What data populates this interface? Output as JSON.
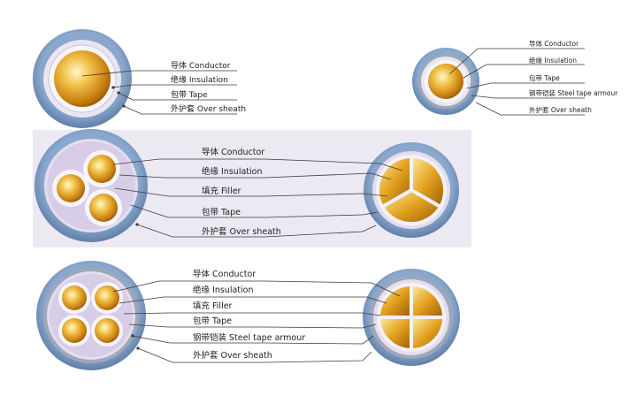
{
  "labels": {
    "conductor": "导体 Conductor",
    "insulation": "绝缘 Insulation",
    "filler": "填充  Filler",
    "tape": "包带 Tape",
    "steel_tape_armour": "钢带铠装   Steel tape armour",
    "over_sheath": "外护套 Over sheath"
  },
  "colors": {
    "sheath": "#7f9fc6",
    "sheath_dark": "#4f6f9b",
    "tape_ring": "#e9e4ef",
    "armour_ring": "#9aa6b8",
    "filler": "#d9cfe6",
    "conductor_light": "#fff2b0",
    "conductor_mid": "#e3a21c",
    "conductor_dark": "#9a5b08",
    "panel": "#ece9f2"
  },
  "diagrams": [
    {
      "id": "single-core",
      "cores": 1,
      "armoured": false,
      "label_keys": [
        "conductor",
        "insulation",
        "tape",
        "over_sheath"
      ]
    },
    {
      "id": "single-core-armoured",
      "cores": 1,
      "armoured": true,
      "label_keys": [
        "conductor",
        "insulation",
        "tape",
        "steel_tape_armour",
        "over_sheath"
      ]
    },
    {
      "id": "three-core",
      "cores": 3,
      "armoured": false,
      "label_keys": [
        "conductor",
        "insulation",
        "filler",
        "tape",
        "over_sheath"
      ]
    },
    {
      "id": "four-core-armoured",
      "cores": 4,
      "armoured": true,
      "label_keys": [
        "conductor",
        "insulation",
        "filler",
        "tape",
        "steel_tape_armour",
        "over_sheath"
      ]
    }
  ]
}
